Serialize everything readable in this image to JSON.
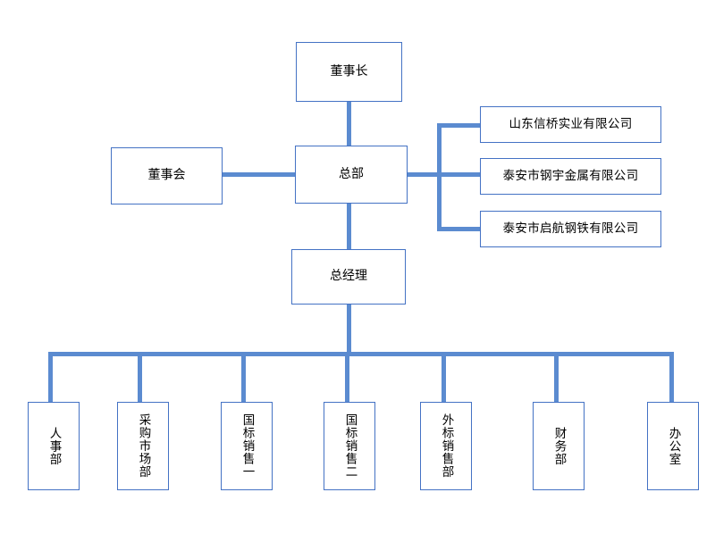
{
  "diagram": {
    "title": "",
    "colors": {
      "box_border": "#4472c4",
      "connector": "#5b8bd0",
      "background": "#ffffff",
      "text": "#000000"
    },
    "nodes": {
      "chairman": "董事长",
      "board": "董事会",
      "headquarters": "总部",
      "general_manager": "总经理"
    },
    "subsidiaries": [
      {
        "label": "山东信桥实业有限公司"
      },
      {
        "label": "泰安市钢宇金属有限公司"
      },
      {
        "label": "泰安市启航钢铁有限公司"
      }
    ],
    "departments": [
      {
        "label": "人事部"
      },
      {
        "label": "采购市场部"
      },
      {
        "label": "国标销售一"
      },
      {
        "label": "国标销售二"
      },
      {
        "label": "外标销售部"
      },
      {
        "label": "财务部"
      },
      {
        "label": "办公室"
      }
    ]
  }
}
